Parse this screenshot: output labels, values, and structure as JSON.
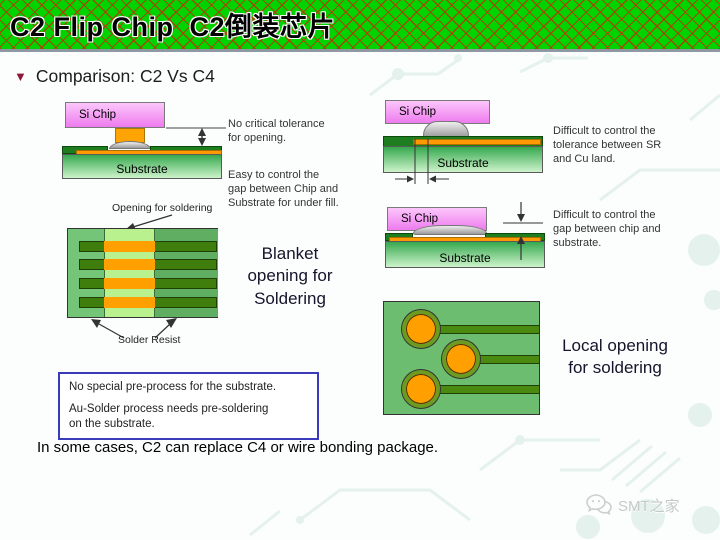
{
  "slide": {
    "title": "C2 Flip Chip  C2倒装芯片",
    "heading_bullet": "▼",
    "heading": "Comparison: C2 Vs C4",
    "conclusion": "In some cases, C2 can replace C4 or wire bonding package."
  },
  "diagrams": {
    "c2": {
      "chip_label": "Si Chip",
      "substrate_label": "Substrate",
      "note_tolerance": "No critical tolerance\nfor opening.",
      "note_gap": "Easy to control the\ngap between Chip and\nSubstrate for under fill."
    },
    "c4_sr": {
      "chip_label": "Si Chip",
      "substrate_label": "Substrate",
      "note": "Difficult to control the\ntolerance between SR\nand Cu land."
    },
    "c4_gap": {
      "chip_label": "Si Chip",
      "substrate_label": "Substrate",
      "note": "Difficult to control the\ngap between chip and\nsubstrate."
    },
    "blanket": {
      "opening_label": "Opening for soldering",
      "solder_resist_label": "Solder Resist",
      "caption": "Blanket\nopening for\nSoldering"
    },
    "local": {
      "caption": "Local opening\nfor soldering"
    }
  },
  "note_box": {
    "line1": "No special pre-process for the substrate.",
    "line2": "Au-Solder process needs pre-soldering\non the substrate."
  },
  "watermark": {
    "label": "SMT之家"
  },
  "colors": {
    "banner_green": "#00d400",
    "banner_lattice_red": "#b93700",
    "chip_pink": "#ee7bee",
    "copper_pillar_orange": "#ffa405",
    "solder_gray": "#b0b0b0",
    "solder_resist_green": "#1e7d1e",
    "substrate_green": "#49b35a",
    "copper_trace_olive": "#3f7d0c",
    "opening_light_green": "#b9f18e",
    "pad_orange": "#ffa000",
    "note_box_border_blue": "#3a3aba",
    "heading_bullet_maroon": "#8f1838"
  }
}
